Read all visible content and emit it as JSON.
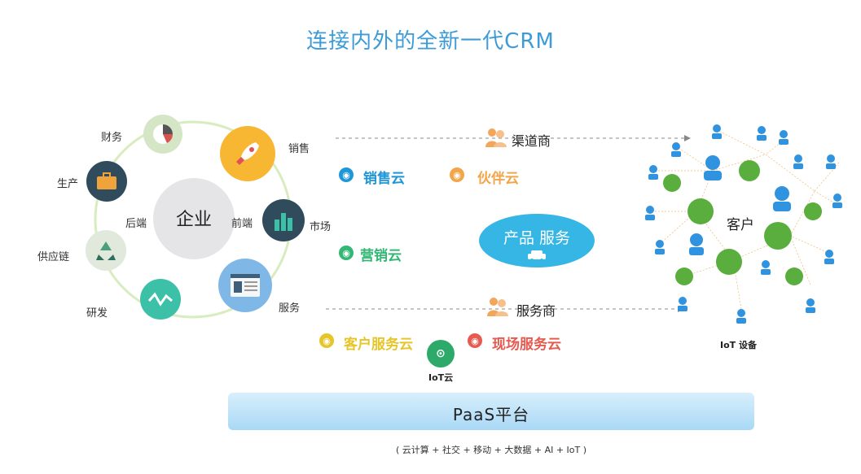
{
  "title": "连接内外的全新一代CRM",
  "enterprise": {
    "center": "企业",
    "back_office": "后端",
    "front_office": "前端",
    "modules": {
      "finance": "财务",
      "production": "生产",
      "supply_chain": "供应链",
      "rnd": "研发",
      "sales": "销售",
      "marketing": "市场",
      "service": "服务"
    }
  },
  "partners": {
    "channel": "渠道商",
    "service_provider": "服务商"
  },
  "clouds": {
    "sales_cloud": "销售云",
    "partner_cloud": "伙伴云",
    "marketing_cloud": "营销云",
    "customer_service_cloud": "客户服务云",
    "field_service_cloud": "现场服务云",
    "iot_cloud": "IoT云"
  },
  "product_service": "产品  服务",
  "customer": {
    "label": "客户",
    "iot_devices": "IoT 设备"
  },
  "platform": {
    "name": "PaaS平台",
    "subtitle": "( 云计算 + 社交 + 移动 + 大数据 + AI + IoT )"
  },
  "colors": {
    "title_blue": "#3d9bd6",
    "sales_cloud": "#1e96d8",
    "partner_cloud": "#f2a54a",
    "marketing_cloud": "#33b774",
    "customer_service_cloud": "#e6c52a",
    "field_service_cloud": "#e65a4f",
    "iot_cloud": "#2daa6a",
    "customer_green": "#5aae3d",
    "person_blue": "#2f93e0"
  }
}
